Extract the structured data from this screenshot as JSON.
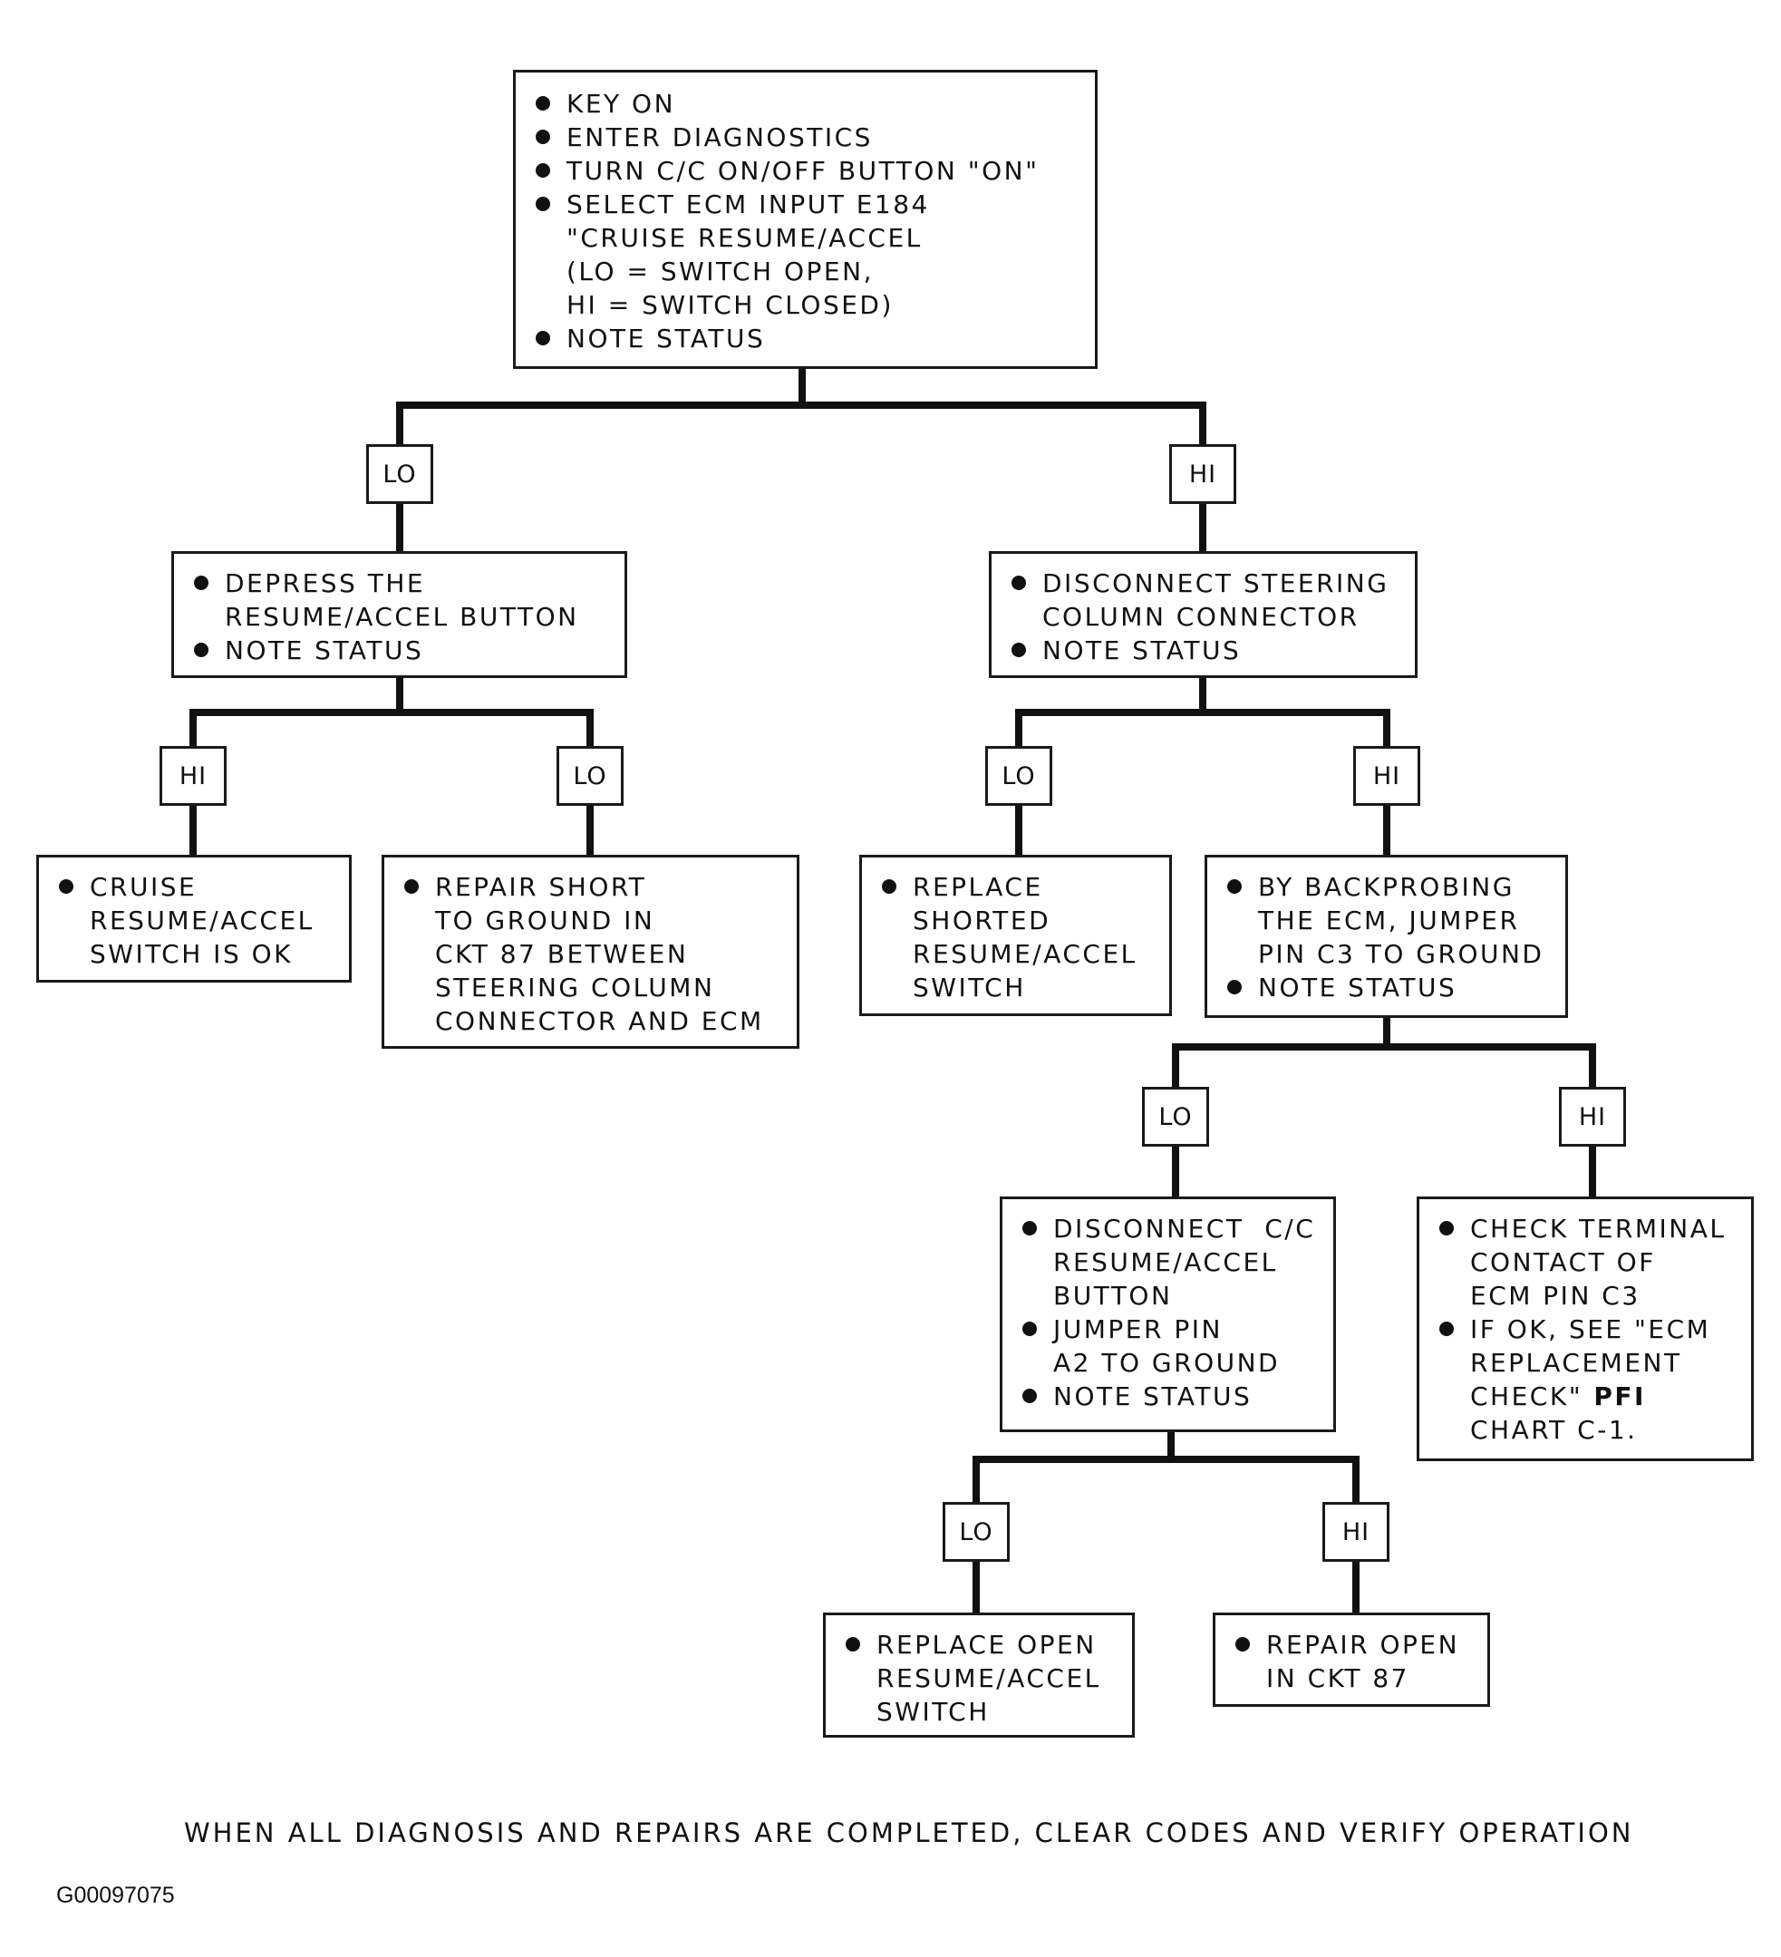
{
  "boxes": {
    "start": {
      "items": [
        {
          "lines": [
            "KEY ON"
          ]
        },
        {
          "lines": [
            "ENTER DIAGNOSTICS"
          ]
        },
        {
          "lines": [
            "TURN C/C ON/OFF BUTTON \"ON\""
          ]
        },
        {
          "lines": [
            "SELECT ECM INPUT E184",
            "\"CRUISE RESUME/ACCEL",
            "(LO = SWITCH OPEN,",
            "HI = SWITCH CLOSED)"
          ]
        },
        {
          "lines": [
            "NOTE STATUS"
          ]
        }
      ]
    },
    "depress_resume": {
      "items": [
        {
          "lines": [
            "DEPRESS THE",
            "RESUME/ACCEL BUTTON"
          ]
        },
        {
          "lines": [
            "NOTE STATUS"
          ]
        }
      ]
    },
    "disconnect_column": {
      "items": [
        {
          "lines": [
            "DISCONNECT STEERING",
            "COLUMN CONNECTOR"
          ]
        },
        {
          "lines": [
            "NOTE STATUS"
          ]
        }
      ]
    },
    "switch_ok": {
      "items": [
        {
          "lines": [
            "CRUISE",
            "RESUME/ACCEL",
            "SWITCH IS OK"
          ]
        }
      ]
    },
    "repair_short": {
      "items": [
        {
          "lines": [
            "REPAIR SHORT",
            "TO GROUND IN",
            "CKT 87 BETWEEN",
            "STEERING COLUMN",
            "CONNECTOR AND ECM"
          ]
        }
      ]
    },
    "replace_shorted": {
      "items": [
        {
          "lines": [
            "REPLACE",
            "SHORTED",
            "RESUME/ACCEL",
            "SWITCH"
          ]
        }
      ]
    },
    "backprobe": {
      "items": [
        {
          "lines": [
            "BY BACKPROBING",
            "THE ECM, JUMPER",
            "PIN C3 TO GROUND"
          ]
        },
        {
          "lines": [
            "NOTE STATUS"
          ]
        }
      ]
    },
    "disconnect_button": {
      "items": [
        {
          "lines": [
            "DISCONNECT  C/C",
            "RESUME/ACCEL",
            "BUTTON"
          ]
        },
        {
          "lines": [
            "JUMPER PIN",
            "A2 TO GROUND"
          ]
        },
        {
          "lines": [
            "NOTE STATUS"
          ]
        }
      ]
    },
    "check_terminal": {
      "items": [
        {
          "lines": [
            "CHECK TERMINAL",
            "CONTACT OF",
            "ECM PIN C3"
          ]
        },
        {
          "lines": [
            "IF OK, SEE \"ECM",
            "REPLACEMENT",
            "CHECK\"",
            "CHART C-1."
          ],
          "bold_suffix": {
            "line": 2,
            "text": " PFI"
          }
        }
      ]
    },
    "replace_open": {
      "items": [
        {
          "lines": [
            "REPLACE OPEN",
            "RESUME/ACCEL",
            "SWITCH"
          ]
        }
      ]
    },
    "repair_open": {
      "items": [
        {
          "lines": [
            "REPAIR OPEN",
            "IN CKT 87"
          ]
        }
      ]
    }
  },
  "tags": {
    "t1": "LO",
    "t2": "HI",
    "t3": "HI",
    "t4": "LO",
    "t5": "LO",
    "t6": "HI",
    "t7": "LO",
    "t8": "HI",
    "t9": "LO",
    "t10": "HI"
  },
  "footer": {
    "note": "WHEN ALL DIAGNOSIS AND REPAIRS ARE COMPLETED, CLEAR CODES AND VERIFY OPERATION",
    "figure_id": "G00097075"
  }
}
